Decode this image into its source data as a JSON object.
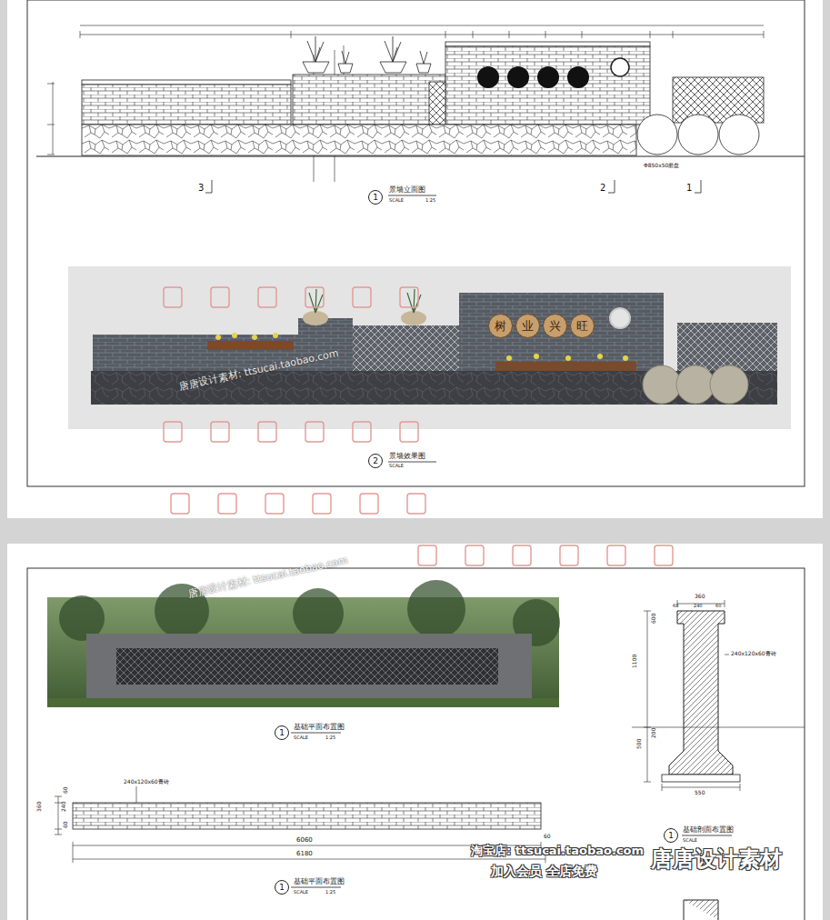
{
  "diagram": {
    "nodes": [
      {
        "text": [
          "1"
        ]
      },
      {
        "text": [
          "树"
        ]
      },
      {
        "text": [
          "业"
        ]
      },
      {
        "text": [
          "兴"
        ]
      },
      {
        "text": [
          "旺"
        ]
      },
      {
        "text": [
          "2"
        ]
      },
      {
        "text": [
          "1"
        ]
      },
      {
        "text": [
          "1"
        ]
      },
      {
        "text": [
          "1"
        ]
      }
    ],
    "labels": [
      "3",
      "2",
      "1",
      "景墙立面图",
      "SCALE",
      "1:25",
      "Φ850x50磨盘",
      "景墙效果图",
      "SCALE",
      "唐唐设计素材: ttsucai.taobao.com",
      "唐唐设计素材: ttsucai.taobao.com",
      "基础平面布置图",
      "SCALE",
      "1:25",
      "240x120x60青砖",
      "360",
      "60",
      "240",
      "60",
      "6060",
      "6180",
      "60",
      "基础平面布置图",
      "SCALE",
      "1:25",
      "360",
      "60",
      "240",
      "60",
      "240x120x60青砖",
      "1100",
      "600",
      "500",
      "200",
      "550",
      "基础剖面布置图",
      "SCALE",
      "淘宝店: ttsucai.taobao.com",
      "加入会员 全店免费",
      "唐唐设计素材"
    ]
  }
}
